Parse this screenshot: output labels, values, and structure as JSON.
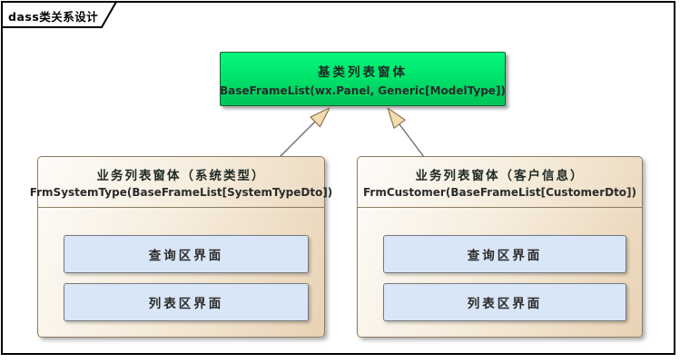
{
  "frame": {
    "label": "dass类关系设计"
  },
  "base_class": {
    "title": "基类列表窗体",
    "signature": "BaseFrameList(wx.Panel, Generic[ModelType])"
  },
  "subclasses": [
    {
      "title": "业务列表窗体（系统类型）",
      "signature": "FrmSystemType(BaseFrameList[SystemTypeDto])",
      "regions": [
        "查询区界面",
        "列表区界面"
      ]
    },
    {
      "title": "业务列表窗体（客户信息）",
      "signature": "FrmCustomer(BaseFrameList[CustomerDto])",
      "regions": [
        "查询区界面",
        "列表区界面"
      ]
    }
  ],
  "relations": [
    {
      "type": "generalization",
      "from": "FrmSystemType",
      "to": "BaseFrameList"
    },
    {
      "type": "generalization",
      "from": "FrmCustomer",
      "to": "BaseFrameList"
    }
  ],
  "colors": {
    "base_fill_top": "#05f87d",
    "base_fill_bottom": "#00c458",
    "base_border": "#1f5c33",
    "subclass_fill_light": "#fefcf9",
    "subclass_fill_dark": "#e8d2b4",
    "subclass_border": "#8e7c63",
    "region_fill": "#d9e6f7",
    "region_border": "#75797f",
    "arrow_line": "#6f6f6f",
    "arrowhead_fill": "#f3ddb0",
    "arrowhead_stroke": "#8c7354"
  }
}
